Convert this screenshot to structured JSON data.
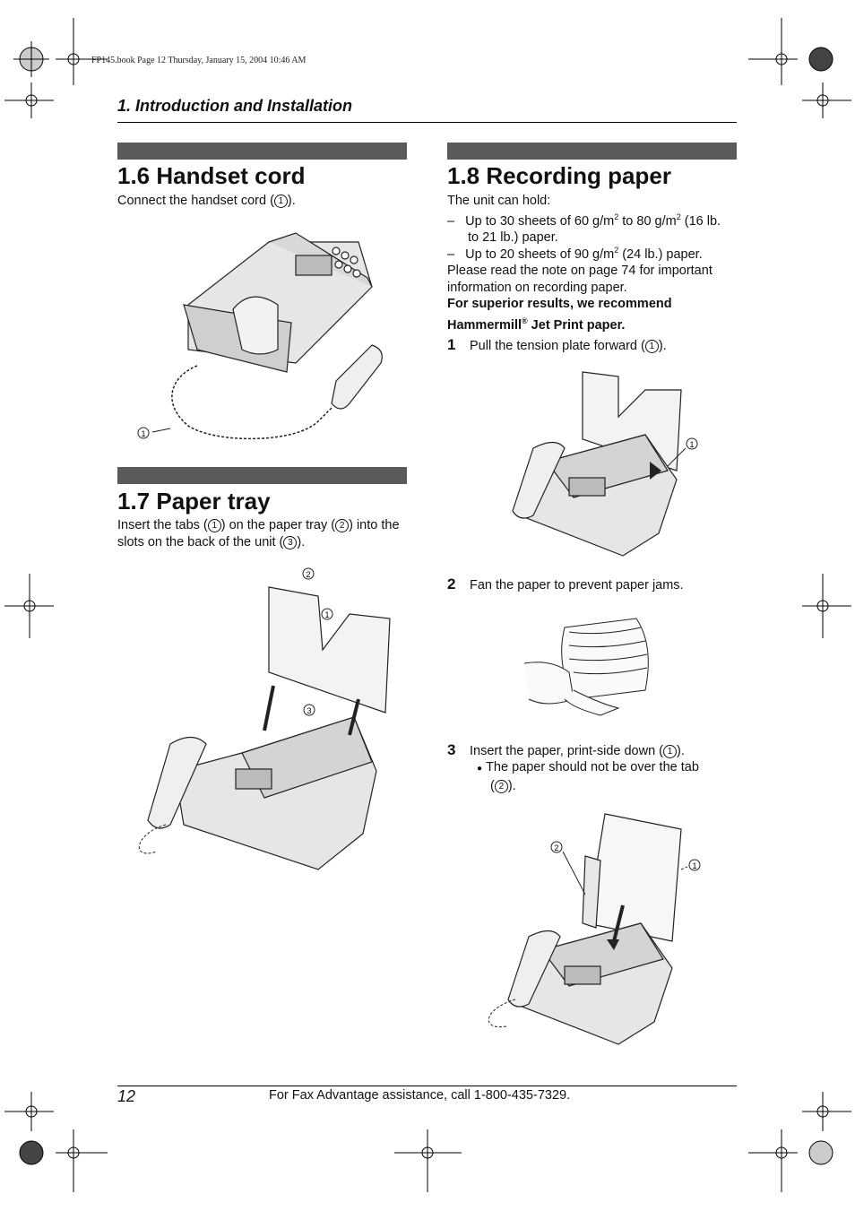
{
  "header": {
    "book_info": "FP145.book  Page 12  Thursday, January 15, 2004  10:46 AM",
    "section": "1. Introduction and Installation"
  },
  "left": {
    "s16": {
      "title": "1.6 Handset cord",
      "text_pre": "Connect the handset cord (",
      "text_post": ")."
    },
    "s17": {
      "title": "1.7 Paper tray",
      "line1_a": "Insert the tabs (",
      "line1_b": ") on the paper tray (",
      "line1_c": ") into the",
      "line2_a": "slots on the back of the unit (",
      "line2_b": ")."
    }
  },
  "right": {
    "s18": {
      "title": "1.8 Recording paper",
      "intro": "The unit can hold:",
      "bullet1_a": "Up to 30 sheets of 60 g/m",
      "bullet1_b": " to 80 g/m",
      "bullet1_c": " (16 lb.",
      "bullet1_d": "to 21 lb.) paper.",
      "bullet2_a": "Up to 20 sheets of 90 g/m",
      "bullet2_b": " (24 lb.) paper.",
      "note1": "Please read the note on page 74 for important",
      "note2": "information on recording paper.",
      "bold1": "For superior results, we recommend",
      "bold2_a": "Hammermill",
      "bold2_b": " Jet Print paper.",
      "dash": "–",
      "sup2": "2",
      "reg": "®",
      "step1_num": "1",
      "step1_pre": "Pull the tension plate forward (",
      "step1_post": ").",
      "step2_num": "2",
      "step2": "Fan the paper to prevent paper jams.",
      "step3_num": "3",
      "step3_pre": "Insert the paper, print-side down (",
      "step3_post": ").",
      "step3_bullet_pre": "The paper should not be over the tab",
      "step3_bullet_post": ").",
      "bullet_mark": "●"
    }
  },
  "circled": {
    "one": "1",
    "two": "2",
    "three": "3"
  },
  "footer": {
    "page": "12",
    "assist": "For Fax Advantage assistance, call 1-800-435-7329."
  }
}
